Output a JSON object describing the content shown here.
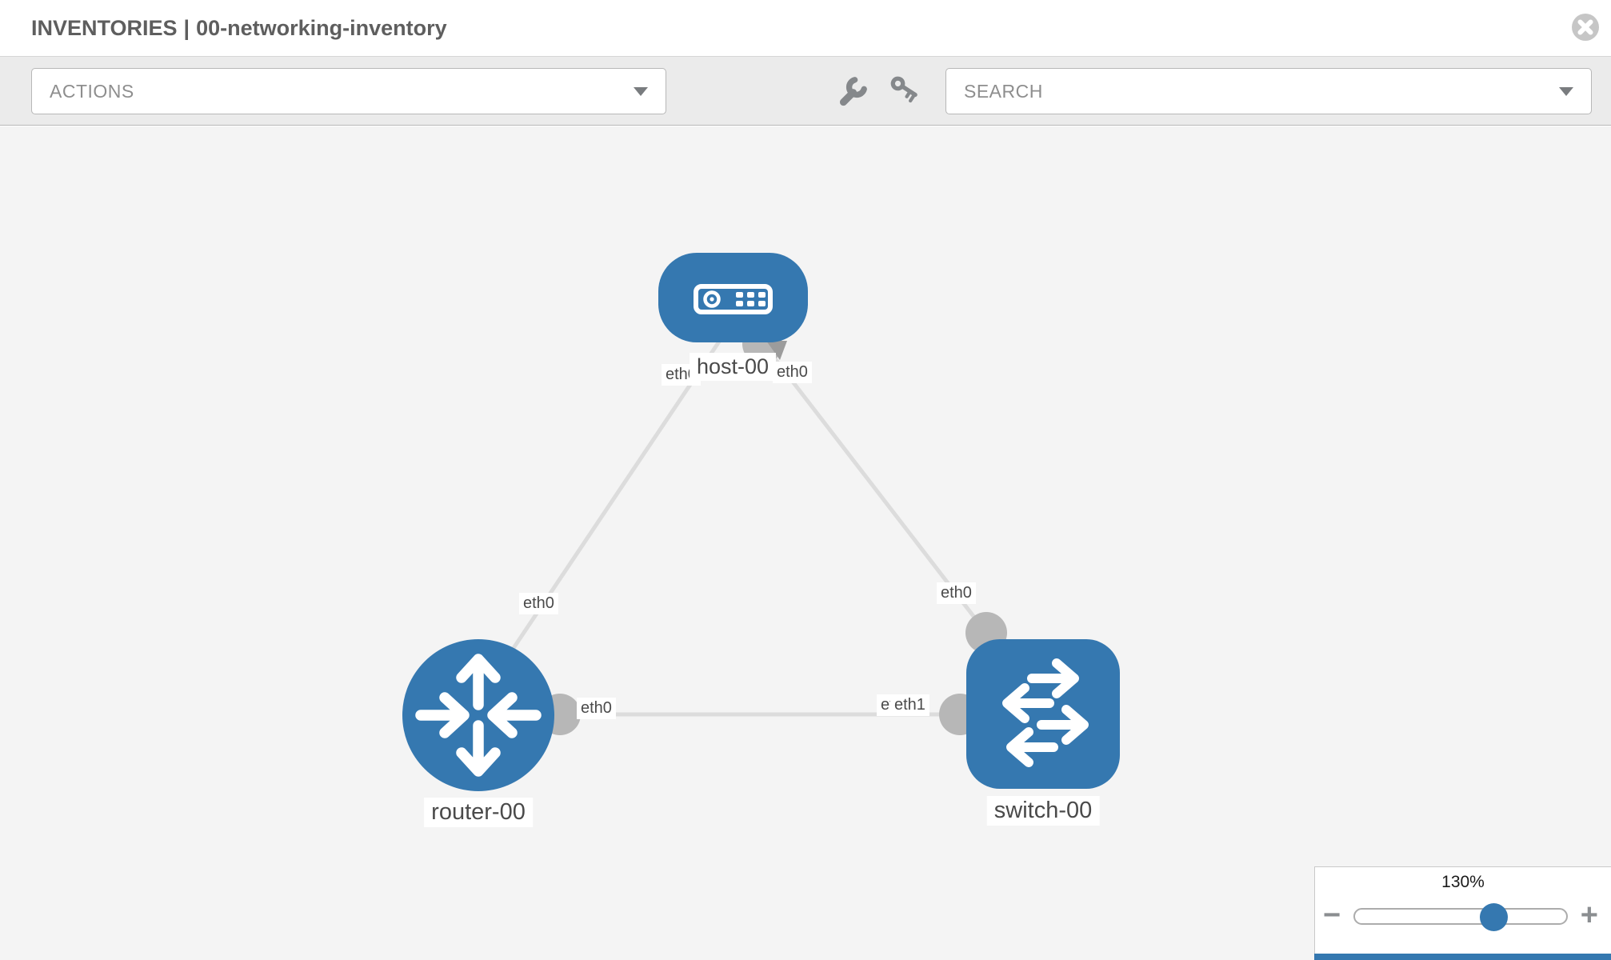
{
  "header": {
    "section": "INVENTORIES",
    "separator": "|",
    "inventory_name": "00-networking-inventory",
    "close_icon": "close-icon"
  },
  "toolbar": {
    "actions_label": "ACTIONS",
    "search_placeholder": "SEARCH",
    "wrench_icon": "wrench-icon",
    "key_icon": "key-icon",
    "caret_icon": "caret-down-icon"
  },
  "diagram": {
    "nodes": [
      {
        "label": "host-00",
        "type": "host",
        "icon": "host-device-icon"
      },
      {
        "label": "router-00",
        "type": "router",
        "icon": "router-arrows-icon"
      },
      {
        "label": "switch-00",
        "type": "switch",
        "icon": "switch-arrows-icon"
      }
    ],
    "links": [
      {
        "from": "host-00",
        "to": "router-00",
        "from_interface": "eth0",
        "to_interface": "eth0"
      },
      {
        "from": "host-00",
        "to": "switch-00",
        "from_interface": "eth0",
        "to_interface": "eth0"
      },
      {
        "from": "router-00",
        "to": "switch-00",
        "from_interface": "eth0",
        "to_interface": "eth1",
        "overlapped_label": "eth0"
      }
    ]
  },
  "zoom_control": {
    "value": "130%",
    "zoom_out_label": "−",
    "zoom_in_label": "+"
  },
  "colors": {
    "node_blue": "#3578b0",
    "link_gray": "#dcdcdc",
    "endpoint_gray": "#b7b7b7",
    "toolbar_gray": "#ebebeb",
    "canvas_gray": "#f4f4f4",
    "icon_gray": "#85888b",
    "label_text": "#4a4a4a"
  }
}
